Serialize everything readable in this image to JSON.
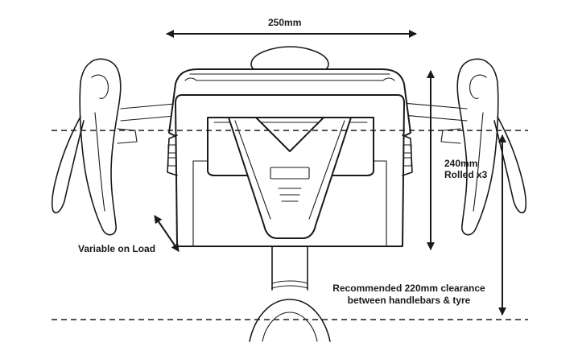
{
  "labels": {
    "width": "250mm",
    "height_line1": "240mm",
    "height_line2": "Rolled x3",
    "variable": "Variable on Load",
    "clearance_line1": "Recommended 220mm clearance",
    "clearance_line2": "between handlebars & tyre"
  },
  "colors": {
    "ink": "#1a1a1a",
    "background": "#ffffff"
  }
}
